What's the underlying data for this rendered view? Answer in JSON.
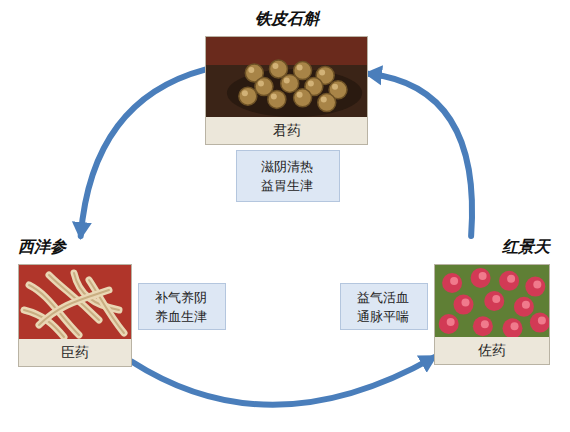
{
  "diagram": {
    "nodes": [
      {
        "text": [
          "铁皮石斛",
          "君药"
        ]
      },
      {
        "text": [
          "滋阴清热 益胃生津"
        ]
      },
      {
        "text": [
          "西洋参",
          "臣药"
        ]
      },
      {
        "text": [
          "补气养阴 养血生津"
        ]
      },
      {
        "text": [
          "益气活血 通脉平喘"
        ]
      },
      {
        "text": [
          "红景天",
          "佐药"
        ]
      }
    ],
    "edges": [
      {
        "from": 0,
        "to": 2,
        "arrow": "to"
      },
      {
        "from": 2,
        "to": 5,
        "arrow": "to"
      },
      {
        "from": 5,
        "to": 0,
        "arrow": "to"
      }
    ]
  }
}
